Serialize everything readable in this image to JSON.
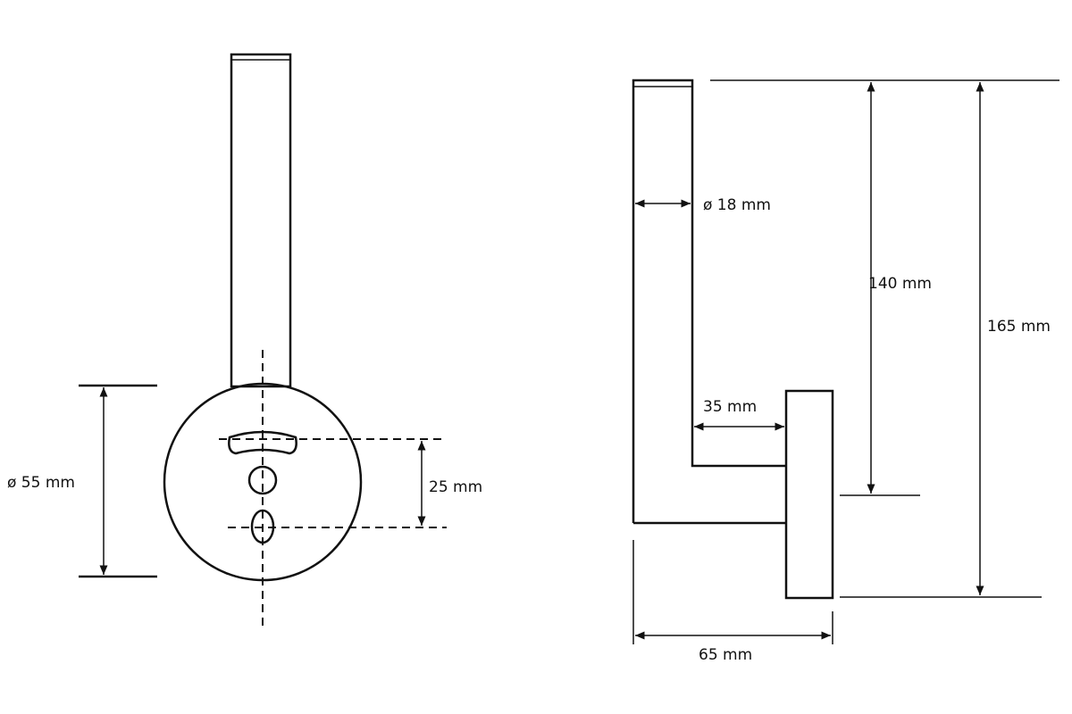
{
  "front_view": {
    "diameter_label": "ø 55 mm",
    "hole_spacing_label": "25 mm"
  },
  "side_view": {
    "tube_diameter_label": "ø 18 mm",
    "projection_label": "35 mm",
    "depth_label": "65 mm",
    "inner_height_label": "140 mm",
    "total_height_label": "165 mm"
  },
  "colors": {
    "line": "#111111",
    "background": "#ffffff"
  }
}
